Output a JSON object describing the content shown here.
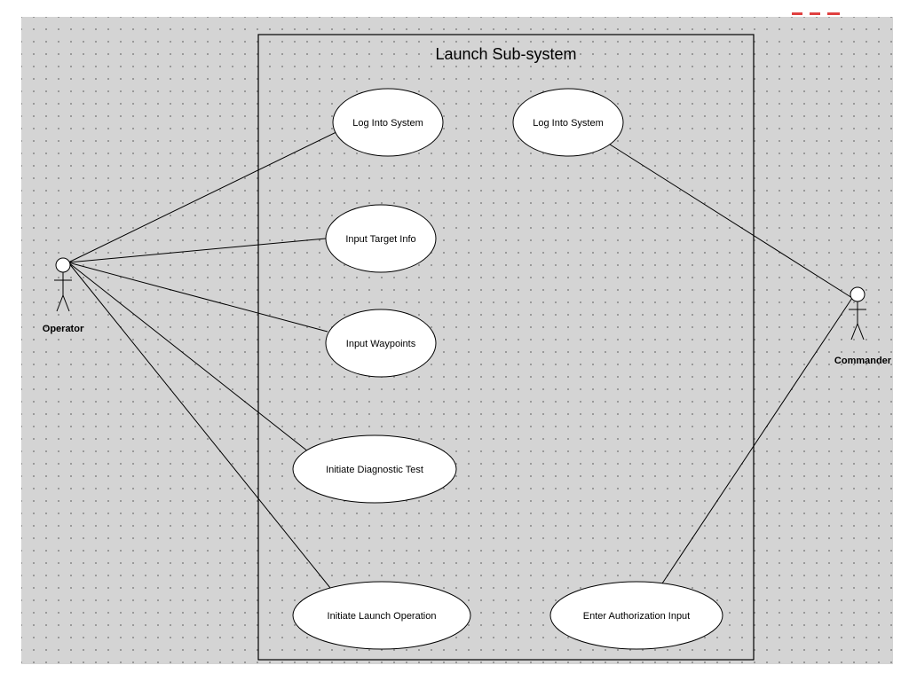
{
  "diagram": {
    "boundary_title": "Launch Sub-system",
    "use_cases": [
      {
        "id": "op-log-into-system",
        "label": "Log Into System"
      },
      {
        "id": "cmd-log-into-system",
        "label": "Log Into System"
      },
      {
        "id": "input-target-info",
        "label": "Input Target Info"
      },
      {
        "id": "input-waypoints",
        "label": "Input Waypoints"
      },
      {
        "id": "initiate-diagnostic-test",
        "label": "Initiate Diagnostic Test"
      },
      {
        "id": "initiate-launch-operation",
        "label": "Initiate Launch Operation"
      },
      {
        "id": "enter-authorization-input",
        "label": "Enter Authorization Input"
      }
    ],
    "actors": [
      {
        "id": "operator",
        "label": "Operator"
      },
      {
        "id": "commander",
        "label": "Commander"
      }
    ],
    "associations": [
      {
        "from": "operator",
        "to": "op-log-into-system"
      },
      {
        "from": "operator",
        "to": "input-target-info"
      },
      {
        "from": "operator",
        "to": "input-waypoints"
      },
      {
        "from": "operator",
        "to": "initiate-diagnostic-test"
      },
      {
        "from": "operator",
        "to": "initiate-launch-operation"
      },
      {
        "from": "commander",
        "to": "cmd-log-into-system"
      },
      {
        "from": "commander",
        "to": "enter-authorization-input"
      }
    ],
    "colors": {
      "canvas_background": "#d4d4d4",
      "grid_dot": "#8a8a8a",
      "use_case_fill": "#ffffff",
      "stroke": "#000000"
    }
  }
}
